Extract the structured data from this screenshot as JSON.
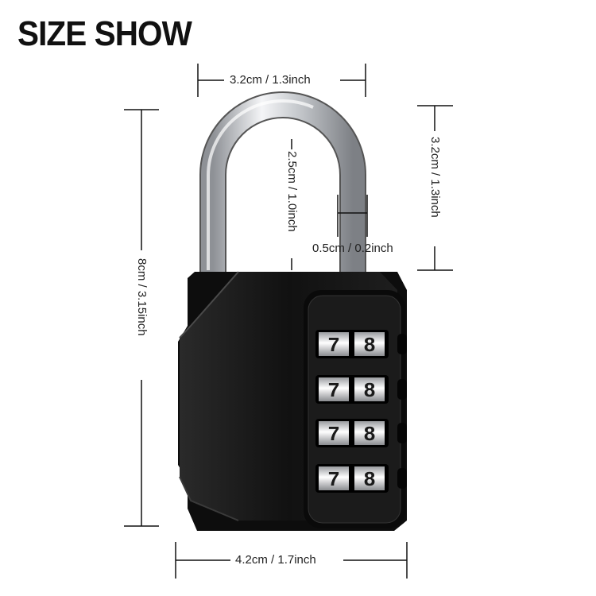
{
  "title": "SIZE SHOW",
  "dimensions": {
    "shackle_width": "3.2cm / 1.3inch",
    "shackle_height_outer": "3.2cm / 1.3inch",
    "shackle_inner_height": "2.5cm / 1.0inch",
    "shackle_diameter": "0.5cm / 0.2inch",
    "total_height": "8cm / 3.15inch",
    "body_width": "4.2cm / 1.7inch"
  },
  "dials": [
    {
      "left": "7",
      "right": "8"
    },
    {
      "left": "7",
      "right": "8"
    },
    {
      "left": "7",
      "right": "8"
    },
    {
      "left": "7",
      "right": "8"
    }
  ],
  "colors": {
    "body": "#141414",
    "shackle": "#c8cbd0",
    "lines": "#111111"
  }
}
